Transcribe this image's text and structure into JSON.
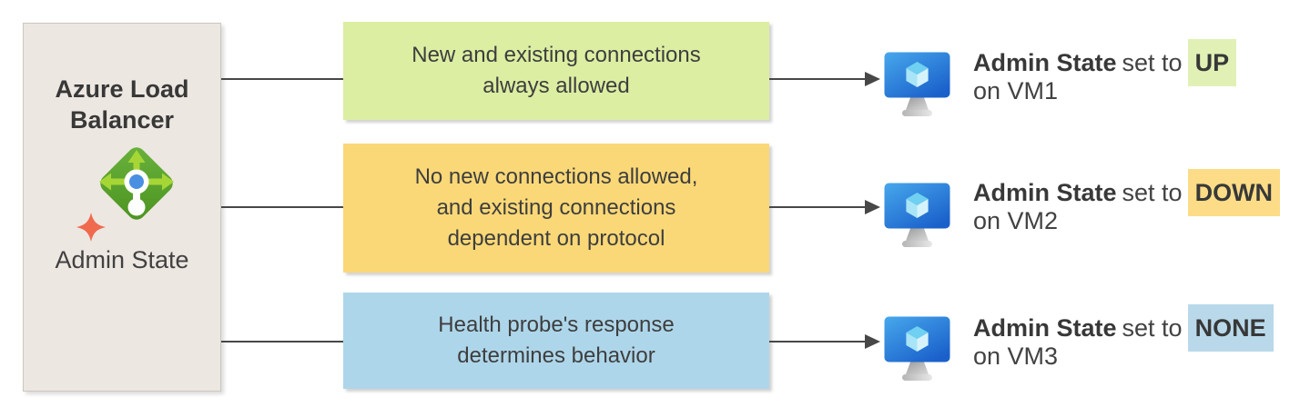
{
  "source_panel": {
    "title": "Azure Load Balancer",
    "label": "Admin State",
    "bg": "#EDE7E2",
    "icons": [
      "azure-load-balancer-icon",
      "sparkle-icon"
    ]
  },
  "rows": [
    {
      "box": {
        "lines": [
          "New and existing connections",
          "always allowed"
        ],
        "bg": "#DCEEA2"
      },
      "vm": {
        "icon": "virtual-machine-icon",
        "prefix": "Admin State",
        "middle": "set to",
        "state": "UP",
        "state_bg": "#E1F1B5",
        "suffix": "on VM1"
      }
    },
    {
      "box": {
        "lines": [
          "No new connections allowed,",
          "and existing connections",
          "dependent on protocol"
        ],
        "bg": "#FBD877"
      },
      "vm": {
        "icon": "virtual-machine-icon",
        "prefix": "Admin State",
        "middle": "set to",
        "state": "DOWN",
        "state_bg": "#FCDC86",
        "suffix": "on VM2"
      }
    },
    {
      "box": {
        "lines": [
          "Health probe's response",
          "determines behavior"
        ],
        "bg": "#AED6EA"
      },
      "vm": {
        "icon": "virtual-machine-icon",
        "prefix": "Admin State",
        "middle": "set to",
        "state": "NONE",
        "state_bg": "#B9D9EA",
        "suffix": "on VM3"
      }
    }
  ],
  "colors": {
    "connector": "#474747",
    "lb_diamond_green": "#58A42C",
    "lb_arrow_green": "#A6D636",
    "lb_dot_blue": "#4A90E2",
    "sparkle_orange": "#F06A4D",
    "vm_screen_blue": "#2E7FDB"
  }
}
